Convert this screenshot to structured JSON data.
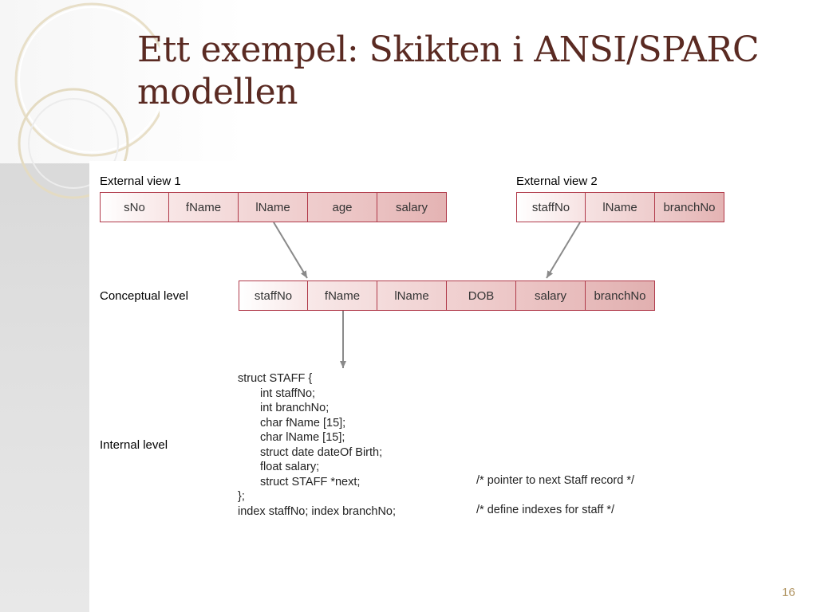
{
  "title_line1": "Ett exempel: Skikten i ANSI/SPARC",
  "title_line2": "modellen",
  "labels": {
    "external1": "External view 1",
    "external2": "External view 2",
    "conceptual": "Conceptual level",
    "internal": "Internal level"
  },
  "external_view_1": [
    "sNo",
    "fName",
    "lName",
    "age",
    "salary"
  ],
  "external_view_2": [
    "staffNo",
    "lName",
    "branchNo"
  ],
  "conceptual": [
    "staffNo",
    "fName",
    "lName",
    "DOB",
    "salary",
    "branchNo"
  ],
  "code": [
    "struct STAFF {",
    "int staffNo;",
    "int branchNo;",
    "char fName [15];",
    "char lName [15];",
    "struct date dateOf Birth;",
    "float salary;",
    "struct STAFF *next;",
    "};",
    "index staffNo; index branchNo;"
  ],
  "comments": {
    "next": "/* pointer to next Staff record */",
    "index": "/* define indexes for staff */"
  },
  "page_number": "16",
  "colors": {
    "title": "#5a2a22",
    "cell_border": "#b03a4a",
    "arrow": "#8a8a8a"
  }
}
